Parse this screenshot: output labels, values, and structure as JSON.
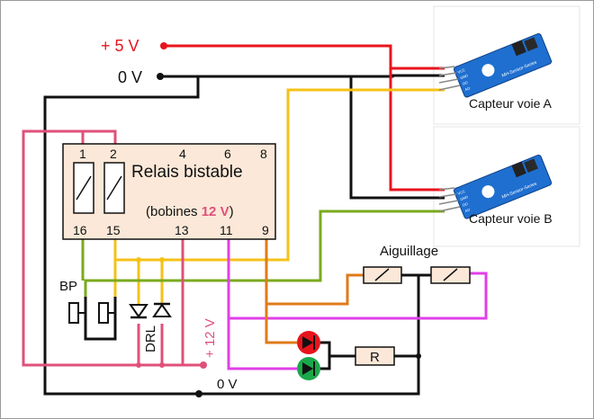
{
  "colors": {
    "red": "#e8141c",
    "black": "#111111",
    "yellow": "#f5c218",
    "green": "#7aaa1c",
    "pink": "#e0507a",
    "magenta": "#e040e8",
    "orange": "#e07a18",
    "relay_fill": "#fbe8d8",
    "sensor_blue": "#1f6fd0",
    "led_red": "#e8141c",
    "led_green": "#1aa84a"
  },
  "rails": {
    "plus5v": "+ 5 V",
    "zero_v_top": "0 V",
    "zero_v_bottom": "0 V",
    "plus12v": "+ 12 V"
  },
  "relay": {
    "title": "Relais bistable",
    "coil_prefix": "(bobines ",
    "coil_voltage": "12 V",
    "coil_suffix": ")",
    "pins": {
      "p1": "1",
      "p2": "2",
      "p4": "4",
      "p6": "6",
      "p8": "8",
      "p16": "16",
      "p15": "15",
      "p13": "13",
      "p11": "11",
      "p9": "9"
    }
  },
  "sensors": {
    "a_label": "Capteur voie A",
    "b_label": "Capteur voie B",
    "board_text": "MH-Sensor-Series",
    "pin_vcc": "VCC",
    "pin_gnd": "GND",
    "pin_d0": "DO",
    "pin_a0": "AO"
  },
  "components": {
    "bp": "BP",
    "drl": "DRL",
    "aiguillage": "Aiguillage",
    "resistor": "R"
  },
  "icons": {
    "pushbutton": "pushbutton-icon",
    "diode": "diode-icon",
    "led": "led-icon",
    "coil": "coil-icon",
    "sensor": "ir-sensor-icon"
  }
}
